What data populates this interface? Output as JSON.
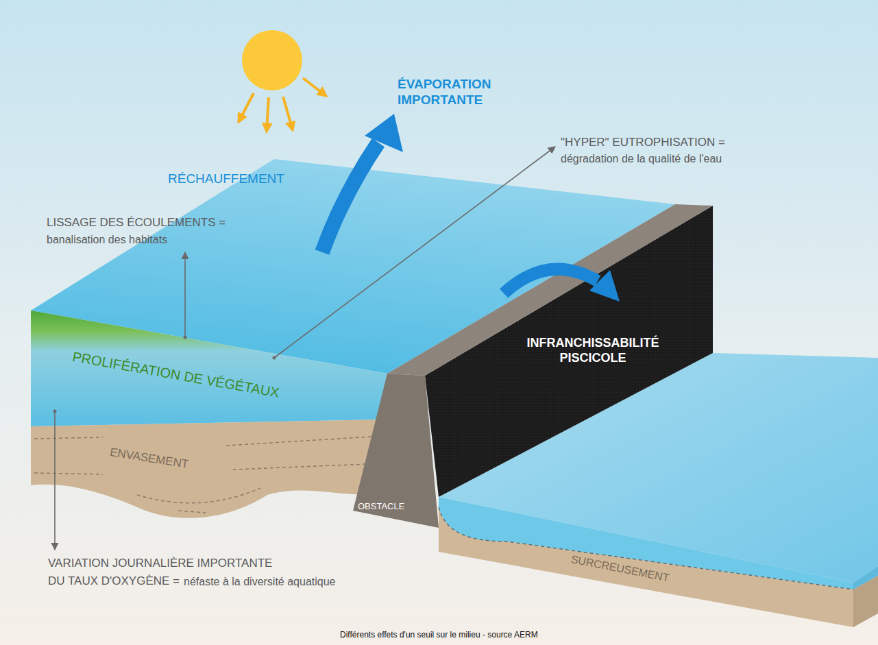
{
  "diagram": {
    "caption": "Différents effets d'un seuil sur le milieu - source AERM",
    "labels": [
      "ÉVAPORATION IMPORTANTE",
      "RÉCHAUFFEMENT",
      "\"HYPER\" EUTROPHISATION =",
      "dégradation de la qualité de l'eau",
      "LISSAGE DES ÉCOULEMENTS =",
      "banalisation des habitats",
      "INFRANCHISSABILITÉ PISCICOLE",
      "PROLIFÉRATION DE VÉGÉTAUX",
      "ENVASEMENT",
      "OBSTACLE",
      "SURCREUSEMENT",
      "VARIATION JOURNALIÈRE IMPORTANTE",
      "DU TAUX D'OXYGÈNE =",
      "néfaste à la diversité aquatique"
    ]
  }
}
